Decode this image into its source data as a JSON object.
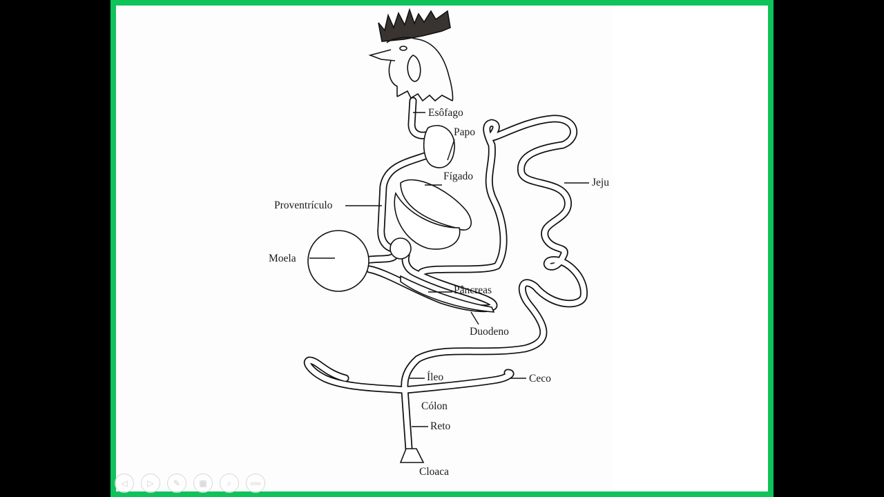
{
  "diagram": {
    "labels": {
      "esofago": "Esôfago",
      "papo": "Papo",
      "figado": "Fígado",
      "proventriculo": "Proventrículo",
      "moela": "Moela",
      "pancreas": "Pâncreas",
      "duodeno": "Duodeno",
      "jejuno": "Jeju",
      "ileo": "Íleo",
      "ceco": "Ceco",
      "colon": "Cólon",
      "reto": "Reto",
      "cloaca": "Cloaca"
    }
  },
  "frame_color": "#0fc35a",
  "controls": [
    {
      "icon": "previous-icon",
      "glyph": "◁"
    },
    {
      "icon": "next-icon",
      "glyph": "▷"
    },
    {
      "icon": "pen-icon",
      "glyph": "✎"
    },
    {
      "icon": "slides-grid-icon",
      "glyph": "▦"
    },
    {
      "icon": "zoom-icon",
      "glyph": "⌕"
    },
    {
      "icon": "more-icon",
      "glyph": "ooo"
    }
  ]
}
